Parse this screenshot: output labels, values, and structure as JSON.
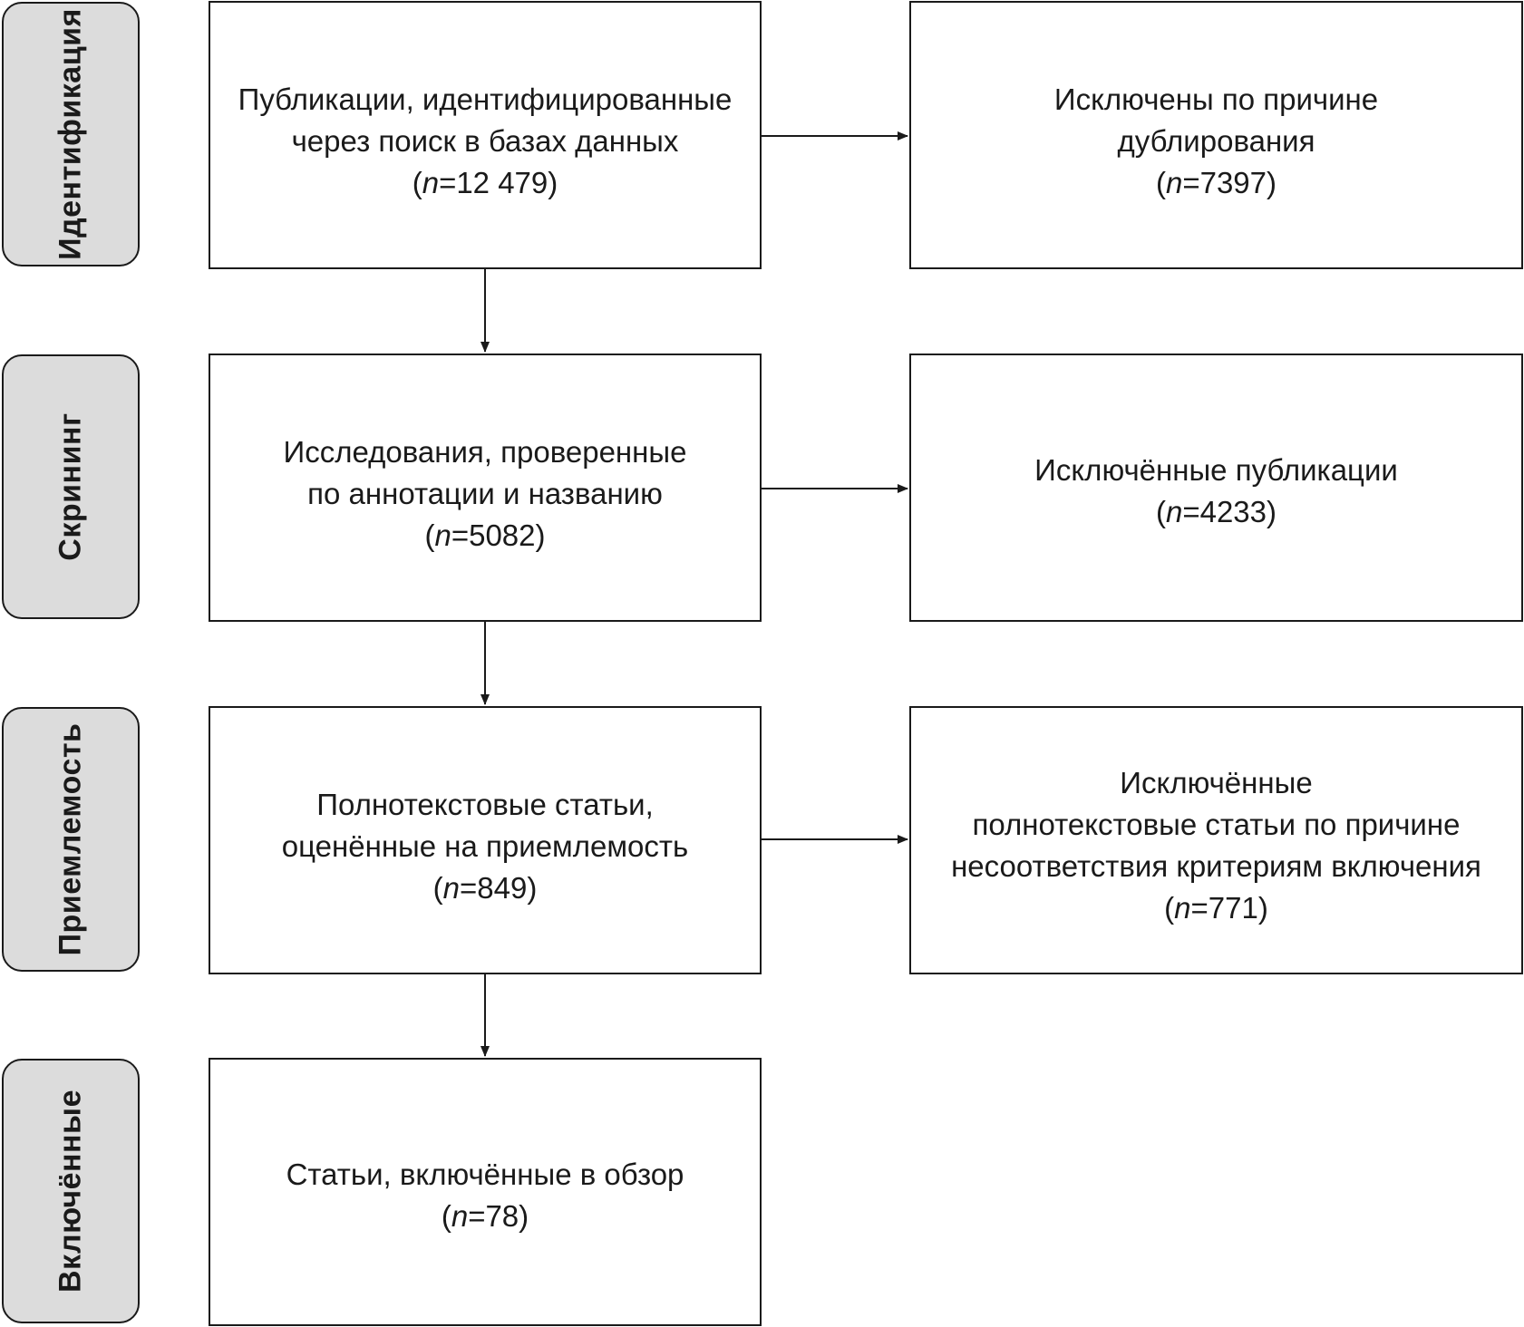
{
  "stages": [
    {
      "label": "Идентификация"
    },
    {
      "label": "Скрининг"
    },
    {
      "label": "Приемлемость"
    },
    {
      "label": "Включённые"
    }
  ],
  "main_boxes": [
    {
      "lines": [
        "Публикации, идентифицированные",
        "через поиск в базах данных"
      ],
      "n_prefix": "(",
      "n_var": "n",
      "n_value": "=12 479)"
    },
    {
      "lines": [
        "Исследования, проверенные",
        "по аннотации и названию"
      ],
      "n_prefix": "(",
      "n_var": "n",
      "n_value": "=5082)"
    },
    {
      "lines": [
        "Полнотекстовые статьи,",
        "оценённые на приемлемость"
      ],
      "n_prefix": "(",
      "n_var": "n",
      "n_value": "=849)"
    },
    {
      "lines": [
        "Статьи, включённые в обзор"
      ],
      "n_prefix": "(",
      "n_var": "n",
      "n_value": "=78)"
    }
  ],
  "excluded_boxes": [
    {
      "lines": [
        "Исключены по причине",
        "дублирования"
      ],
      "n_prefix": "(",
      "n_var": "n",
      "n_value": "=7397)"
    },
    {
      "lines": [
        "Исключённые публикации"
      ],
      "n_prefix": "(",
      "n_var": "n",
      "n_value": "=4233)"
    },
    {
      "lines": [
        "Исключённые",
        "полнотекстовые статьи по причине",
        "несоответствия критериям включения"
      ],
      "n_prefix": "(",
      "n_var": "n",
      "n_value": "=771)"
    }
  ]
}
